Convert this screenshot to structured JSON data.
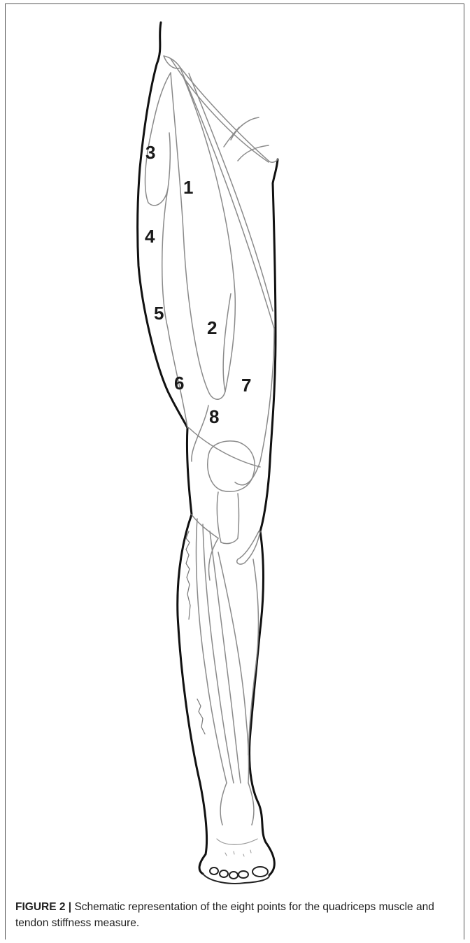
{
  "figure": {
    "label": "FIGURE 2 |",
    "caption": " Schematic representation of the eight points for the quadriceps muscle and tendon stiffness measure."
  },
  "illustration": {
    "subject": "leg-anatomy-front-view",
    "outline_color": "#111111",
    "muscle_line_color": "#8a8a8a",
    "points": [
      "1",
      "2",
      "3",
      "4",
      "5",
      "6",
      "7",
      "8"
    ]
  }
}
